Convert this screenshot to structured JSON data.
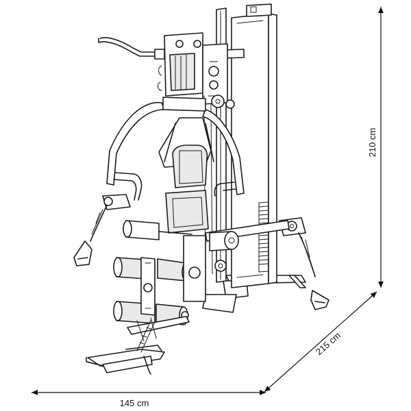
{
  "dimensions": {
    "height": {
      "value": 210,
      "unit": "cm",
      "label": "210 cm"
    },
    "depth": {
      "value": 215,
      "unit": "cm",
      "label": "215 cm"
    },
    "width": {
      "value": 145,
      "unit": "cm",
      "label": "145 cm"
    }
  },
  "icons": [
    "home-gym-illustration",
    "dimension-arrow"
  ]
}
